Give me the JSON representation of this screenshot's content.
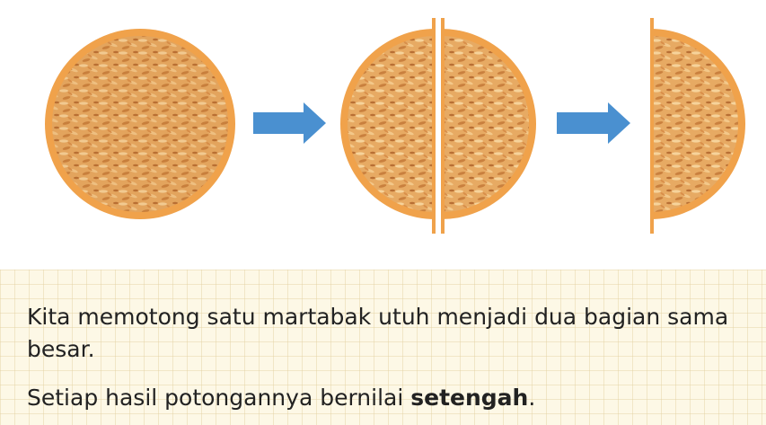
{
  "caption": {
    "sentence_1": "Kita memotong satu martabak utuh menjadi dua bagian sama besar.",
    "sentence_2_prefix": "Setiap hasil potongannya bernilai ",
    "sentence_2_bold": "setengah",
    "sentence_2_suffix": "."
  },
  "colors": {
    "crust": "#f0a24b",
    "fill": "#e6a65c",
    "arrow": "#4a90d0"
  },
  "icons": [
    "whole-martabak-icon",
    "arrow-right-icon",
    "two-halves-icon",
    "arrow-right-icon",
    "half-martabak-icon"
  ]
}
